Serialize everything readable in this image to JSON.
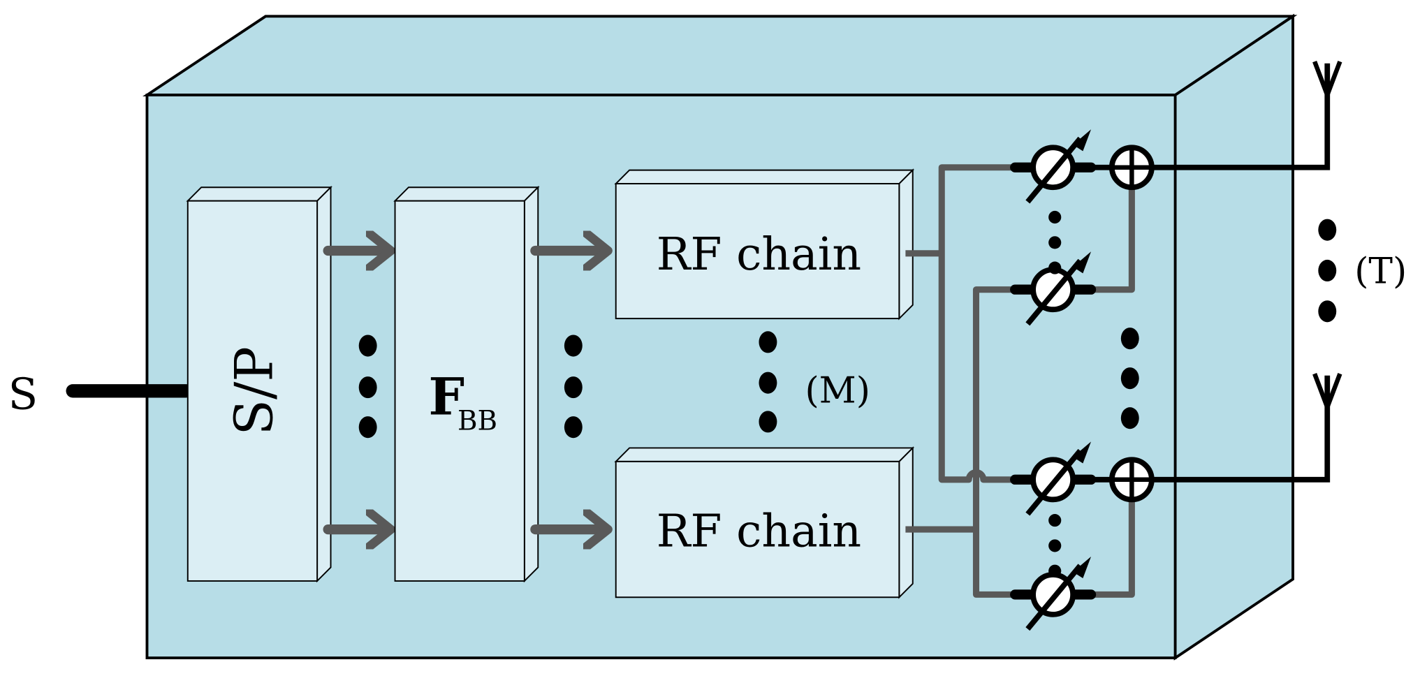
{
  "diagram": {
    "input_label": "S",
    "serial_parallel_label": "S/P",
    "baseband_precoder": {
      "main": "F",
      "subscript": "BB"
    },
    "rf_chains": [
      "RF chain",
      "RF chain"
    ],
    "rf_count_label": "(M)",
    "antenna_count_label": "(T)",
    "colors": {
      "enclosure": "#b7dde7",
      "block": "#dbeef4",
      "wire": "#595959",
      "outline": "#000000"
    },
    "icons": [
      "phase-shifter-icon",
      "adder-icon",
      "antenna-icon"
    ]
  }
}
